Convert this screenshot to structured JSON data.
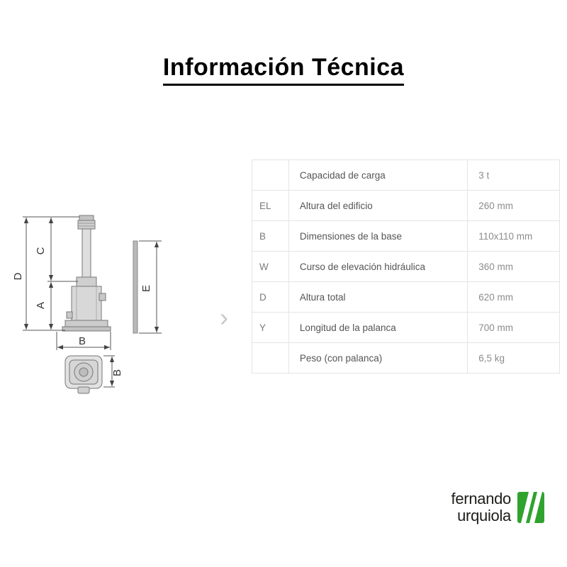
{
  "page": {
    "title": "Información Técnica"
  },
  "table": {
    "rows": [
      {
        "code": "",
        "label": "Capacidad de carga",
        "value": "3 t"
      },
      {
        "code": "EL",
        "label": "Altura del edificio",
        "value": "260 mm"
      },
      {
        "code": "B",
        "label": "Dimensiones de la base",
        "value": "110x110 mm"
      },
      {
        "code": "W",
        "label": "Curso de elevación hidráulica",
        "value": "360 mm"
      },
      {
        "code": "D",
        "label": "Altura total",
        "value": "620 mm"
      },
      {
        "code": "Y",
        "label": "Longitud de la palanca",
        "value": "700 mm"
      },
      {
        "code": "",
        "label": "Peso (con palanca)",
        "value": "6,5 kg"
      }
    ]
  },
  "diagram": {
    "dim_total_height": "D",
    "dim_upper": "C",
    "dim_lower": "A",
    "dim_lever": "E",
    "dim_base_width": "B",
    "dim_base_depth": "B"
  },
  "carousel": {
    "next_label": "›"
  },
  "logo": {
    "line1": "fernando",
    "line2": "urquiola",
    "brand_green": "#2fa32e"
  }
}
